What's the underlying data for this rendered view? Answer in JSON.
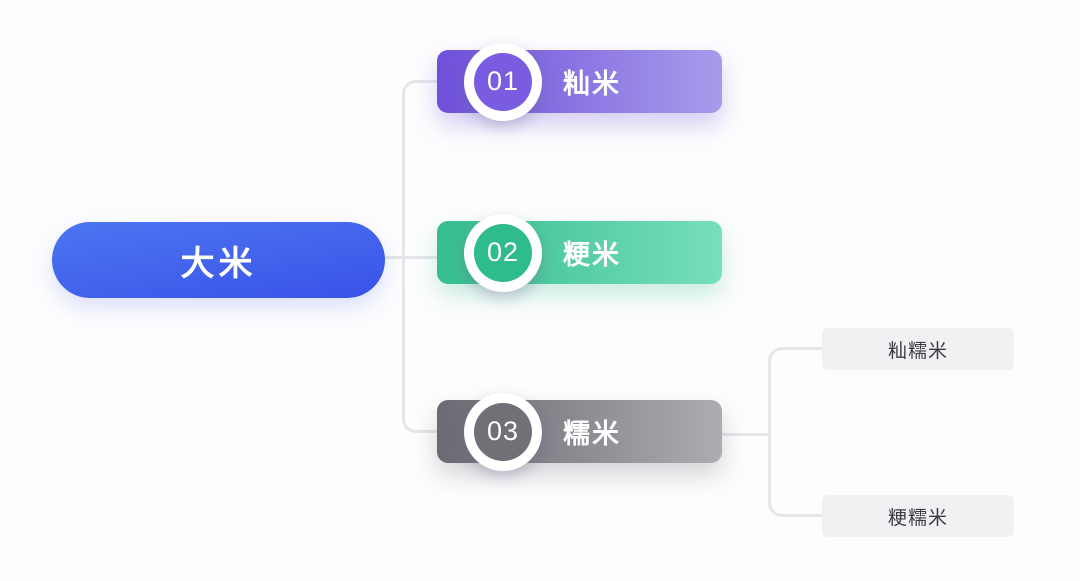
{
  "diagram": {
    "type": "mindmap",
    "topic": "rice-classification",
    "connector_color": "#E6E6EA",
    "background_color": "#FDFDFE",
    "root": {
      "label": "大米",
      "gradient_from": "#4C76F1",
      "gradient_to": "#3A52E8",
      "text_color": "#FFFFFF"
    },
    "branches": [
      {
        "number": "01",
        "label": "籼米",
        "gradient_from": "#6E50D9",
        "gradient_to": "#A89BEB",
        "badge_color": "#7A5CE1",
        "children": []
      },
      {
        "number": "02",
        "label": "粳米",
        "gradient_from": "#35BD8E",
        "gradient_to": "#78DEBD",
        "badge_color": "#2FBC8C",
        "children": []
      },
      {
        "number": "03",
        "label": "糯米",
        "gradient_from": "#6A6A72",
        "gradient_to": "#ACACB1",
        "badge_color": "#707077",
        "children": [
          {
            "label": "籼糯米",
            "bg_color": "#F1F1F4",
            "text_color": "#3C3C42"
          },
          {
            "label": "粳糯米",
            "bg_color": "#F1F1F4",
            "text_color": "#3C3C42"
          }
        ]
      }
    ]
  }
}
